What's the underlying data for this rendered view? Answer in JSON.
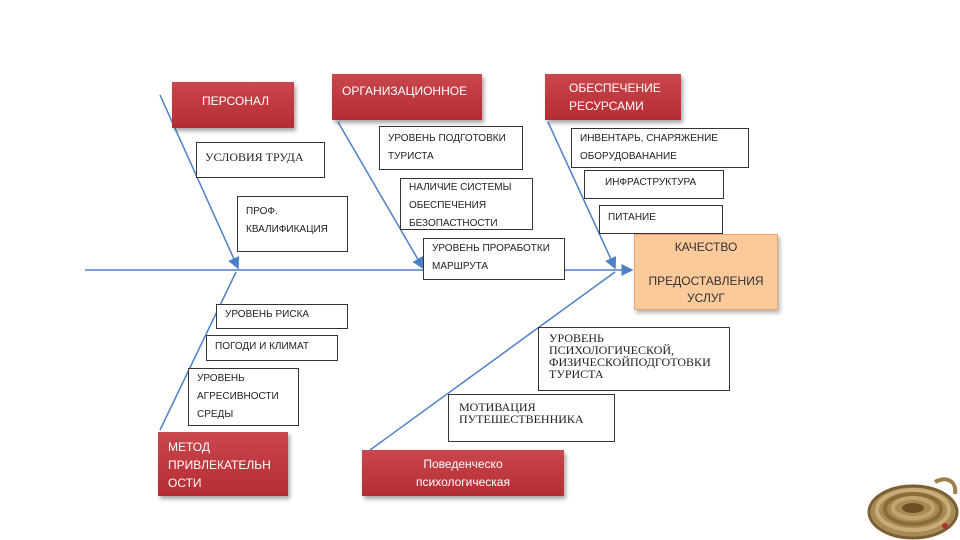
{
  "categories": {
    "personnel": "ПЕРСОНАЛ",
    "organizational": "ОРГАНИЗАЦИОННОЕ",
    "resources": "ОБЕСПЕЧЕНИЕ\nРЕСУРСАМИ",
    "method": "МЕТОД\nПРИВЛЕКАТЕЛЬН\nОСТИ",
    "behavioral": "Поведенческо\nпсихологическая"
  },
  "causes": {
    "working_conditions": "УСЛОВИЯ ТРУДА",
    "prof_qualification": "ПРОФ.\nКВАЛИФИКАЦИЯ",
    "tourist_training_level": "УРОВЕНЬ ПОДГОТОВКИ\nТУРИСТА",
    "safety_system": "НАЛИЧИЕ СИСТЕМЫ\nОБЕСПЕЧЕНИЯ\nБЕЗОПАСТНОСТИ",
    "route_elaboration": "УРОВЕНЬ ПРОРАБОТКИ\nМАРШРУТА",
    "equipment": "ИНВЕНТАРЬ, СНАРЯЖЕНИЕ\nОБОРУДОВАНАНИЕ",
    "infrastructure": "ИНФРАСТРУКТУРА",
    "food": "ПИТАНИЕ",
    "risk_level": "УРОВЕНЬ РИСКА",
    "weather_climate": "ПОГОДИ И КЛИМАТ",
    "aggressiveness": "УРОВЕНЬ\nАГРЕСИВНОСТИ\nСРЕДЫ",
    "psych_physical": "УРОВЕНЬ\nПСИХОЛОГИЧЕСКОЙ,\nФИЗИЧЕСКОЙПОДГОТОВКИ\nТУРИСТА",
    "motivation": "МОТИВАЦИЯ\nПУТЕШЕСТВЕННИКА"
  },
  "effect": "КАЧЕСТВО\n\nПРЕДОСТАВЛЕНИЯ\nУСЛУГ",
  "colors": {
    "line": "#4f7fc7",
    "category_fill": "#b8333a",
    "effect_fill": "#fbc99a"
  },
  "decoration": "rope-coil"
}
